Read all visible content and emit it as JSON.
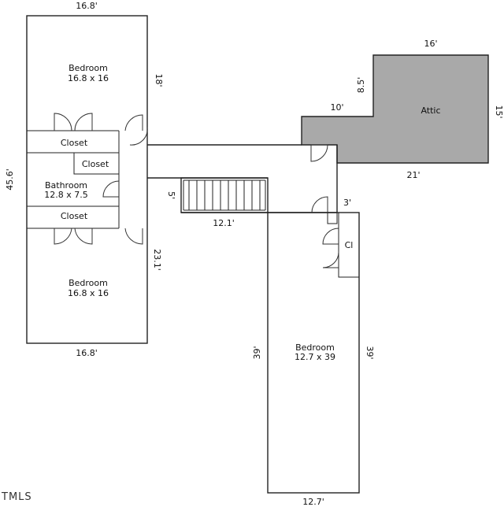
{
  "rooms": {
    "bedroom_top": {
      "name": "Bedroom",
      "size": "16.8 x 16"
    },
    "closet_top": {
      "name": "Closet"
    },
    "closet_mid": {
      "name": "Closet"
    },
    "bathroom": {
      "name": "Bathroom",
      "size": "12.8 x 7.5"
    },
    "closet_bottom": {
      "name": "Closet"
    },
    "bedroom_bottom": {
      "name": "Bedroom",
      "size": "16.8 x 16"
    },
    "bedroom_right": {
      "name": "Bedroom",
      "size": "12.7 x 39"
    },
    "closet_small": {
      "name": "Cl"
    },
    "attic": {
      "name": "Attic"
    }
  },
  "dimensions": {
    "top_width": "16.8'",
    "top_height": "18'",
    "total_height": "45.6'",
    "bottom_height": "23.1'",
    "bottom_width": "16.8'",
    "hall_5": "5'",
    "hall_12_1": "12.1'",
    "attic_16": "16'",
    "attic_8_5": "8.5'",
    "attic_10": "10'",
    "attic_15": "15'",
    "attic_21": "21'",
    "hall_3": "3'",
    "right_39_left": "39'",
    "right_39_right": "39'",
    "right_width": "12.7'"
  },
  "watermark": "TMLS"
}
